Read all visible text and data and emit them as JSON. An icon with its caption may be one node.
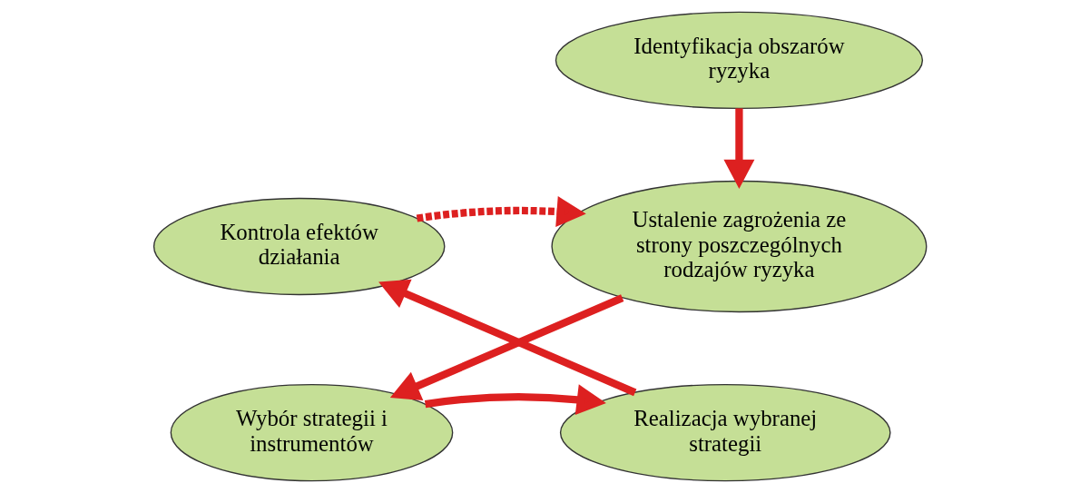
{
  "diagram": {
    "nodes": [
      {
        "text": [
          "Identyfikacja obszarów ryzyka"
        ]
      },
      {
        "text": [
          "Ustalenie zagrożenia ze strony poszczególnych rodzajów ryzyka"
        ]
      },
      {
        "text": [
          "Wybór strategii i instrumentów"
        ]
      },
      {
        "text": [
          "Realizacja wybranej strategii"
        ]
      },
      {
        "text": [
          "Kontrola efektów działania"
        ]
      }
    ],
    "edges": [
      {
        "from": 0,
        "to": 1,
        "arrow": "to"
      },
      {
        "from": 1,
        "to": 2,
        "arrow": "to"
      },
      {
        "from": 2,
        "to": 3,
        "arrow": "to"
      },
      {
        "from": 3,
        "to": 4,
        "arrow": "to"
      },
      {
        "from": 4,
        "to": 1,
        "arrow": "to",
        "style": "dashed"
      }
    ]
  }
}
